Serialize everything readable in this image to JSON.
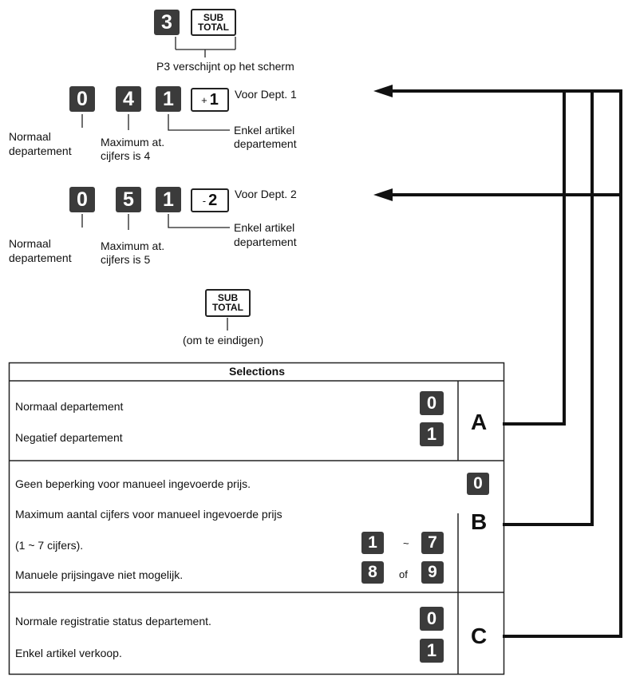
{
  "step1": {
    "key": "3",
    "subtotal_top": "SUB",
    "subtotal_bottom": "TOTAL",
    "caption": "P3 verschijnt op het scherm"
  },
  "dept1": {
    "keys": [
      "0",
      "4",
      "1"
    ],
    "func_sign": "+",
    "func_num": "1",
    "label": "Voor Dept. 1",
    "ann_left_1": "Normaal",
    "ann_left_2": "departement",
    "ann_mid_1": "Maximum at.",
    "ann_mid_2": "cijfers is 4",
    "ann_right_1": "Enkel artikel",
    "ann_right_2": "departement"
  },
  "dept2": {
    "keys": [
      "0",
      "5",
      "1"
    ],
    "func_sign": "-",
    "func_num": "2",
    "label": "Voor Dept. 2",
    "ann_left_1": "Normaal",
    "ann_left_2": "departement",
    "ann_mid_1": "Maximum at.",
    "ann_mid_2": "cijfers is 5",
    "ann_right_1": "Enkel artikel",
    "ann_right_2": "departement"
  },
  "end": {
    "subtotal_top": "SUB",
    "subtotal_bottom": "TOTAL",
    "caption": "(om te eindigen)"
  },
  "table": {
    "header": "Selections",
    "sectionA": {
      "letter": "A",
      "rows": [
        {
          "text": "Normaal departement",
          "key": "0"
        },
        {
          "text": "Negatief departement",
          "key": "1"
        }
      ]
    },
    "sectionB": {
      "letter": "B",
      "row1_text": "Geen beperking voor manueel ingevoerde prijs.",
      "row1_key": "0",
      "row2_text": "Maximum aantal cijfers voor manueel ingevoerde prijs",
      "row3_text": "(1 ~ 7 cijfers).",
      "row3_key_a": "1",
      "row3_sep": "~",
      "row3_key_b": "7",
      "row4_text": "Manuele prijsingave niet mogelijk.",
      "row4_key_a": "8",
      "row4_sep": "of",
      "row4_key_b": "9"
    },
    "sectionC": {
      "letter": "C",
      "rows": [
        {
          "text": "Normale registratie status departement.",
          "key": "0"
        },
        {
          "text": "Enkel artikel verkoop.",
          "key": "1"
        }
      ]
    }
  },
  "colors": {
    "key_fill": "#3b3b3b",
    "line": "#111111"
  }
}
